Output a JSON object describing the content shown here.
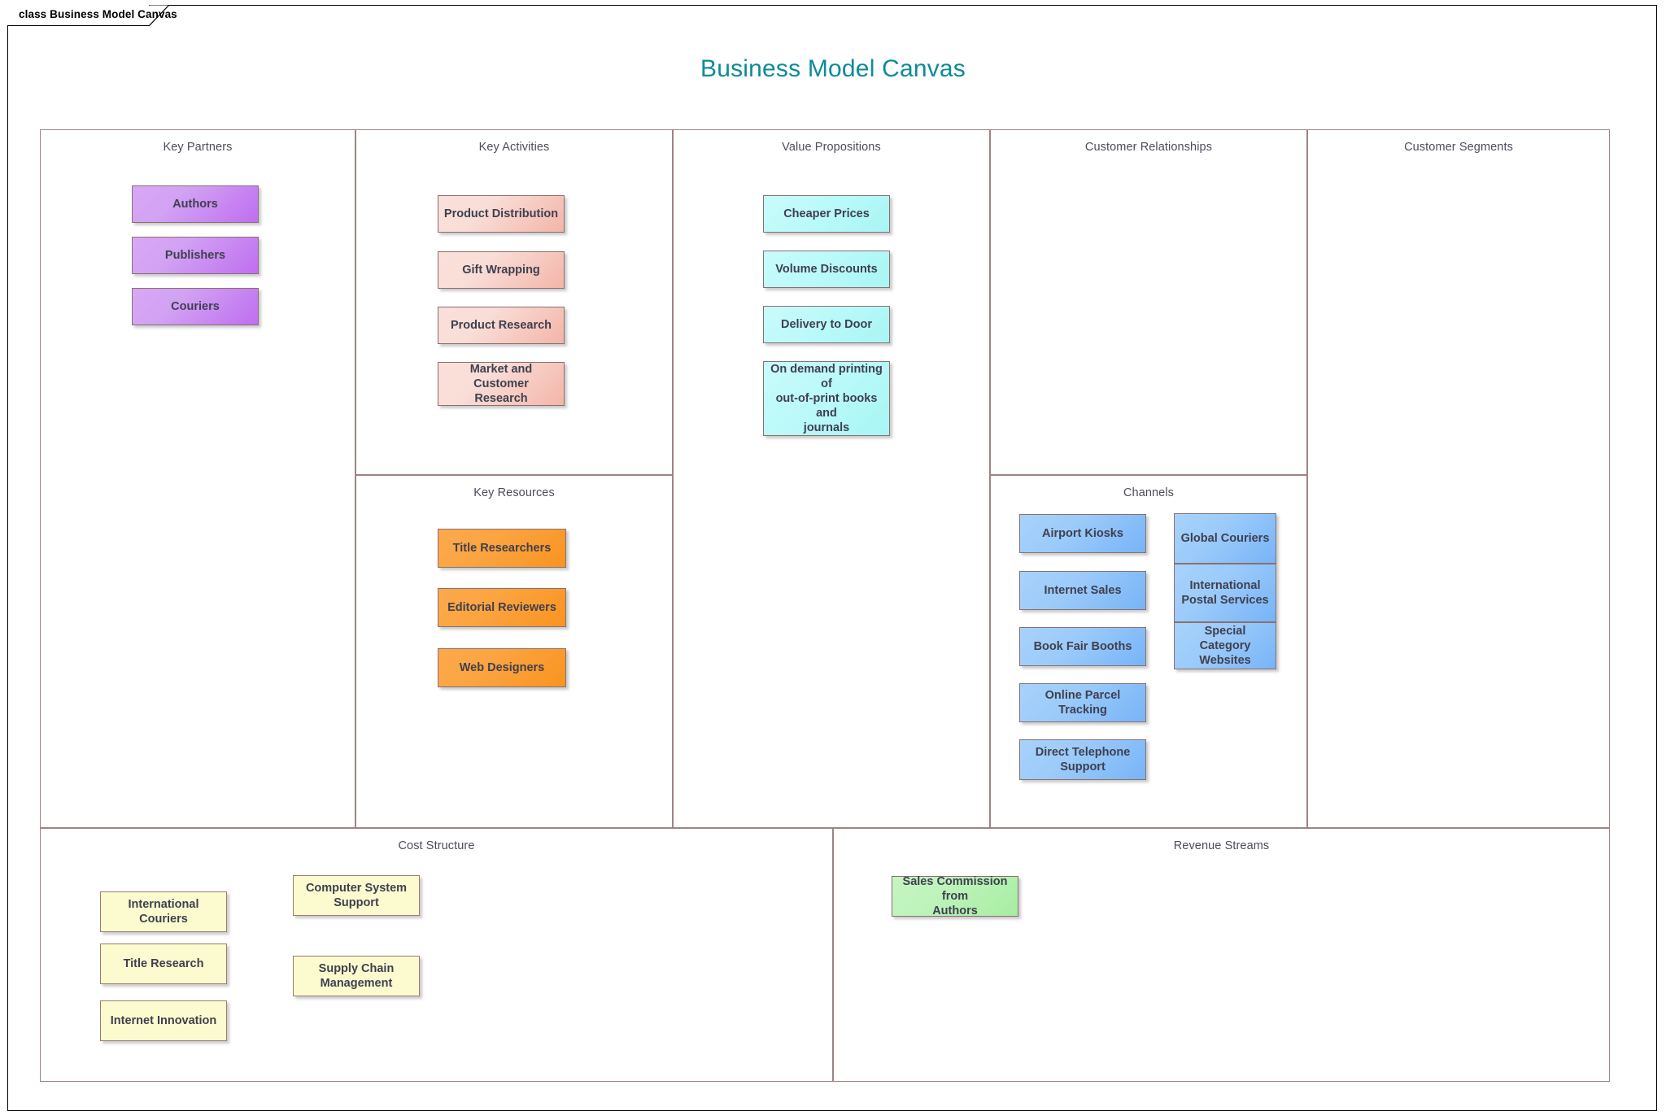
{
  "frame": {
    "tab_label": "class Business Model Canvas"
  },
  "title": "Business Model Canvas",
  "colors": {
    "title": "#0e8b96",
    "cell_border": "#9e8484",
    "cell_title_text": "#4d4d5c",
    "node_text": "#3f3f4f",
    "node_border": "#8a7070",
    "key_partners": "#c98ff2",
    "key_activities": "#f6ccc2",
    "value_propositions": "#b8f8f8",
    "key_resources": "#fba441",
    "channels": "#93c6f9",
    "cost_structure": "#fcfbcf",
    "revenue_streams": "#b4f0b1"
  },
  "sections": [
    {
      "id": "key-partners",
      "title": "Key Partners"
    },
    {
      "id": "key-activities",
      "title": "Key Activities"
    },
    {
      "id": "key-resources",
      "title": "Key Resources"
    },
    {
      "id": "value-propositions",
      "title": "Value Propositions"
    },
    {
      "id": "customer-relationships",
      "title": "Customer Relationships"
    },
    {
      "id": "channels",
      "title": "Channels"
    },
    {
      "id": "customer-segments",
      "title": "Customer Segments"
    },
    {
      "id": "cost-structure",
      "title": "Cost Structure"
    },
    {
      "id": "revenue-streams",
      "title": "Revenue Streams"
    }
  ],
  "key_partners": {
    "title": "Key Partners",
    "items": [
      {
        "label": "Authors"
      },
      {
        "label": "Publishers"
      },
      {
        "label": "Couriers"
      }
    ]
  },
  "key_activities": {
    "title": "Key Activities",
    "items": [
      {
        "label": "Product Distribution"
      },
      {
        "label": "Gift Wrapping"
      },
      {
        "label": "Product Research"
      },
      {
        "label": "Market and Customer\nResearch"
      }
    ]
  },
  "key_resources": {
    "title": "Key Resources",
    "items": [
      {
        "label": "Title Researchers"
      },
      {
        "label": "Editorial Reviewers"
      },
      {
        "label": "Web Designers"
      }
    ]
  },
  "value_propositions": {
    "title": "Value Propositions",
    "items": [
      {
        "label": "Cheaper Prices"
      },
      {
        "label": "Volume Discounts"
      },
      {
        "label": "Delivery to Door"
      },
      {
        "label": "On demand printing of\nout-of-print books and\njournals"
      }
    ]
  },
  "customer_relationships": {
    "title": "Customer Relationships",
    "items": []
  },
  "channels": {
    "title": "Channels",
    "column_left": [
      {
        "label": "Airport Kiosks"
      },
      {
        "label": "Internet Sales"
      },
      {
        "label": "Book Fair Booths"
      },
      {
        "label": "Online Parcel Tracking"
      },
      {
        "label": "Direct Telephone\nSupport"
      }
    ],
    "column_right": [
      {
        "label": "Global Couriers"
      },
      {
        "label": "International\nPostal Services"
      },
      {
        "label": "Special Category\nWebsites"
      }
    ]
  },
  "customer_segments": {
    "title": "Customer Segments",
    "items": []
  },
  "cost_structure": {
    "title": "Cost Structure",
    "column_left": [
      {
        "label": "International Couriers"
      },
      {
        "label": "Title Research"
      },
      {
        "label": "Internet Innovation"
      }
    ],
    "column_right": [
      {
        "label": "Computer System\nSupport"
      },
      {
        "label": "Supply Chain\nManagement"
      }
    ]
  },
  "revenue_streams": {
    "title": "Revenue Streams",
    "items": [
      {
        "label": "Sales Commission from\nAuthors"
      }
    ]
  }
}
